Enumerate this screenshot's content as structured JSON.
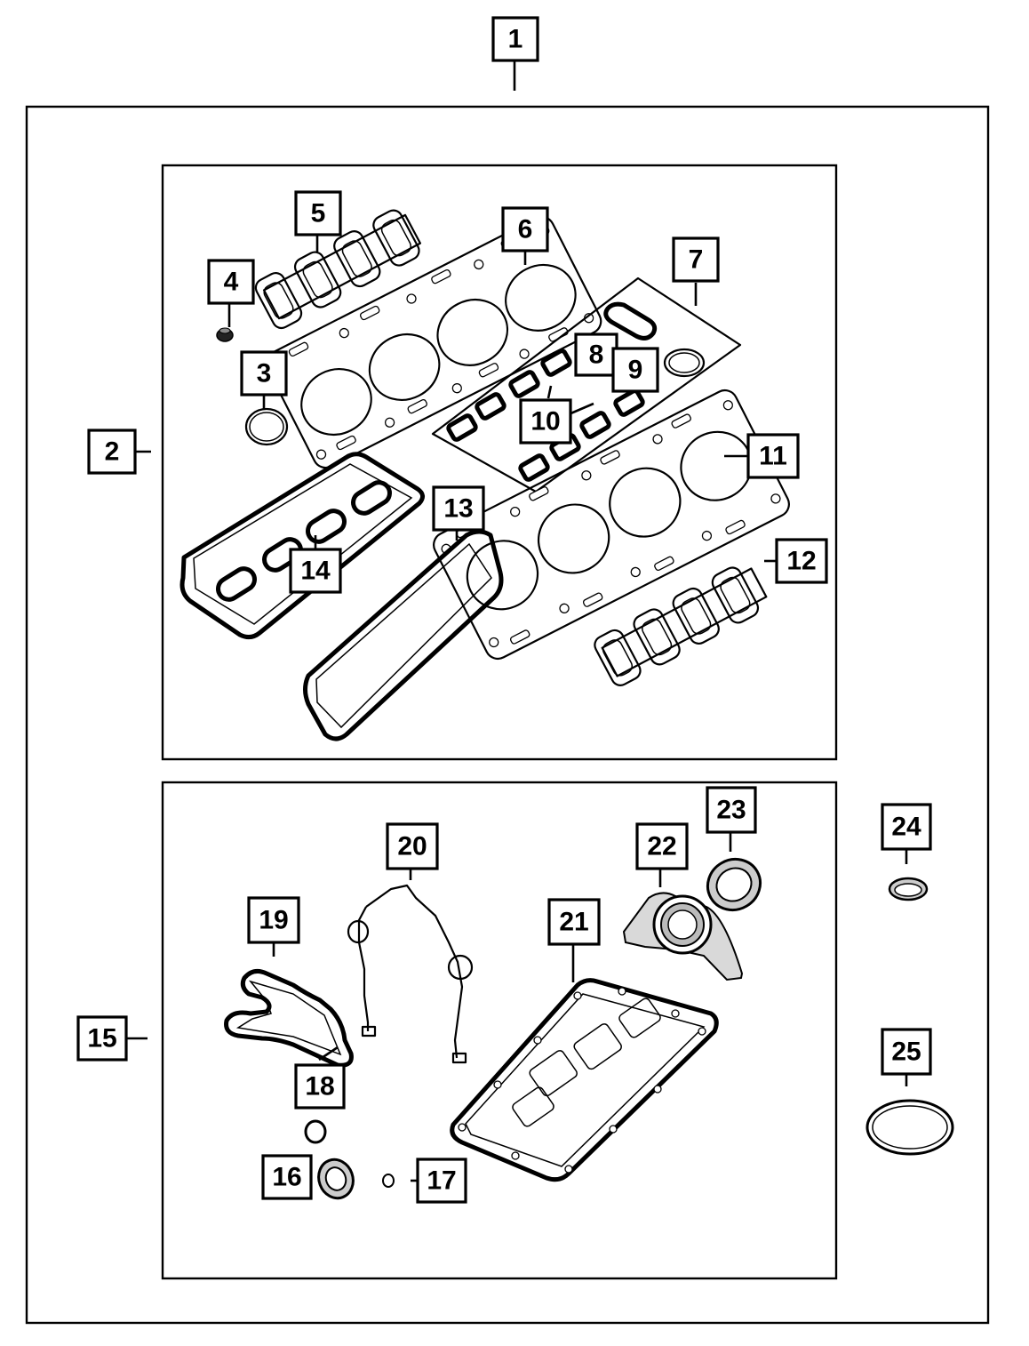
{
  "diagram": {
    "type": "exploded parts diagram",
    "callouts": [
      {
        "id": "1"
      },
      {
        "id": "2"
      },
      {
        "id": "3"
      },
      {
        "id": "4"
      },
      {
        "id": "5"
      },
      {
        "id": "6"
      },
      {
        "id": "7"
      },
      {
        "id": "8"
      },
      {
        "id": "9"
      },
      {
        "id": "10"
      },
      {
        "id": "11"
      },
      {
        "id": "12"
      },
      {
        "id": "13"
      },
      {
        "id": "14"
      },
      {
        "id": "15"
      },
      {
        "id": "16"
      },
      {
        "id": "17"
      },
      {
        "id": "18"
      },
      {
        "id": "19"
      },
      {
        "id": "20"
      },
      {
        "id": "21"
      },
      {
        "id": "22"
      },
      {
        "id": "23"
      },
      {
        "id": "24"
      },
      {
        "id": "25"
      }
    ]
  }
}
